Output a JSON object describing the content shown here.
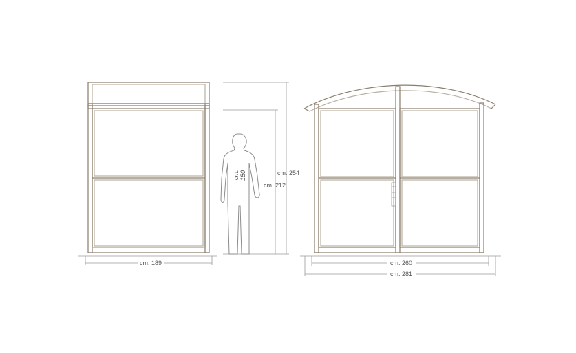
{
  "colors": {
    "frame": "#8a7d6c",
    "frame_light": "#b8b0a4",
    "dimension": "#9a9a9a",
    "person": "#8c8c8c",
    "text": "#555555"
  },
  "dimensions": {
    "side_width": "cm. 189",
    "total_height": "cm. 254",
    "inner_height": "cm. 212",
    "person_height_a": "cm.",
    "person_height_b": "180",
    "front_inner_width": "cm. 260",
    "front_total_width": "cm. 281"
  }
}
